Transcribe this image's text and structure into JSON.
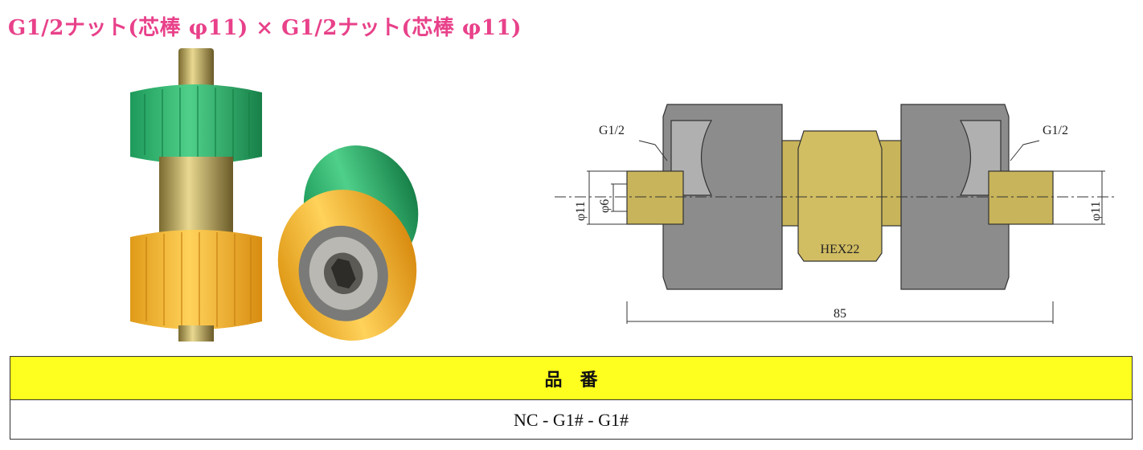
{
  "title": "G1/2ナット(芯棒 φ11) × G1/2ナット(芯棒 φ11)",
  "drawing": {
    "left_thread": "G1/2",
    "right_thread": "G1/2",
    "dim_outer_left": "φ11",
    "dim_inner": "φ6",
    "dim_outer_right": "φ11",
    "hex_label": "HEX22",
    "length": "85"
  },
  "table": {
    "header": "品　番",
    "value": "NC - G1# - G1#"
  },
  "colors": {
    "title": "#e8418a",
    "header_bg": "#ffff1f",
    "nut_green": "#2bb673",
    "nut_yellow": "#f5b82e",
    "brass": "#c8b45a",
    "nut_gray": "#8c8c8c"
  }
}
